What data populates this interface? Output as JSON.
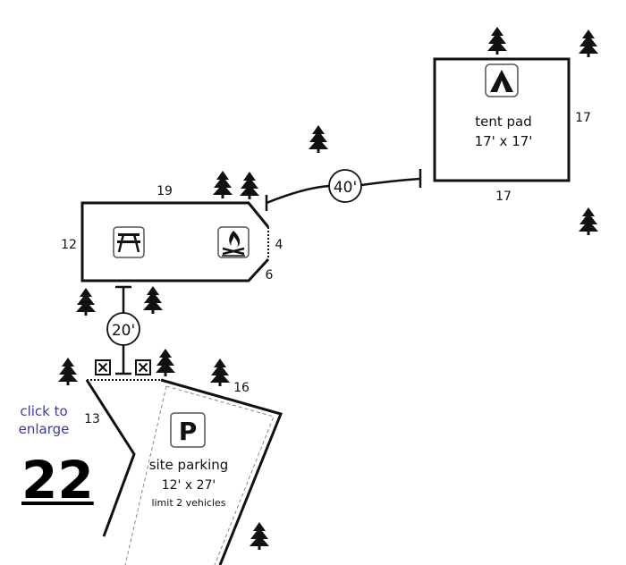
{
  "site": {
    "number": "22",
    "enlarge_line1": "click to",
    "enlarge_line2": "enlarge",
    "link_color": "#3a3a9e"
  },
  "tent_pad": {
    "label": "tent pad",
    "size": "17' x 17'",
    "side_right": "17",
    "side_bottom": "17",
    "icon": "tent-icon"
  },
  "picnic_area": {
    "side_top": "19",
    "side_left": "12",
    "side_right": "4",
    "side_bevel": "6",
    "icons": [
      "picnic-table-icon",
      "campfire-icon"
    ]
  },
  "distances": {
    "picnic_to_tent": "40'",
    "parking_to_picnic": "20'"
  },
  "parking": {
    "label": "site parking",
    "size": "12' x 27'",
    "limit": "limit 2 vehicles",
    "side_top": "16",
    "side_left": "13",
    "icon": "parking-icon"
  },
  "symbols": [
    "tree-icon",
    "marker-box-icon"
  ]
}
